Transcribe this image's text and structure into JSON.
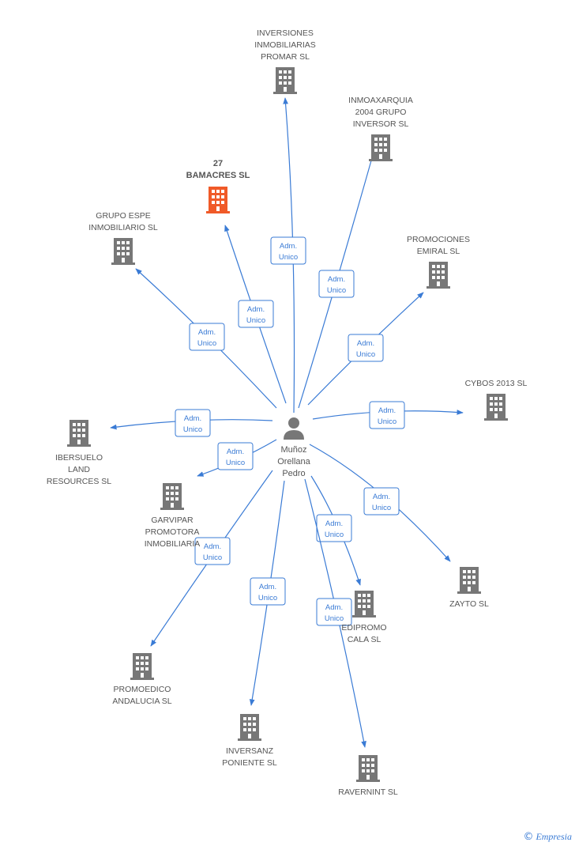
{
  "person": {
    "lines": [
      "Muñoz",
      "Orellana",
      "Pedro"
    ]
  },
  "relation_label": [
    "Adm.",
    "Unico"
  ],
  "colors": {
    "building": "#777777",
    "building_highlight": "#f05a28",
    "edge": "#3a7bd5",
    "person": "#777777"
  },
  "nodes": [
    {
      "id": "inversiones-promar",
      "lines": [
        "INVERSIONES",
        "INMOBILIARIAS",
        "PROMAR SL"
      ],
      "highlight": false
    },
    {
      "id": "inmoaxarquia",
      "lines": [
        "INMOAXARQUIA",
        "2004 GRUPO",
        "INVERSOR SL"
      ],
      "highlight": false
    },
    {
      "id": "bamacres",
      "lines": [
        "27",
        "BAMACRES SL"
      ],
      "highlight": true
    },
    {
      "id": "grupo-espe",
      "lines": [
        "GRUPO ESPE",
        "INMOBILIARIO SL"
      ],
      "highlight": false
    },
    {
      "id": "promociones-emiral",
      "lines": [
        "PROMOCIONES",
        "EMIRAL SL"
      ],
      "highlight": false
    },
    {
      "id": "cybos-2013",
      "lines": [
        "CYBOS 2013 SL"
      ],
      "highlight": false
    },
    {
      "id": "ibersuelo",
      "lines": [
        "IBERSUELO",
        "LAND",
        "RESOURCES SL"
      ],
      "highlight": false
    },
    {
      "id": "garvipar",
      "lines": [
        "GARVIPAR",
        "PROMOTORA",
        "INMOBILIARIA"
      ],
      "highlight": false
    },
    {
      "id": "zayto",
      "lines": [
        "ZAYTO SL"
      ],
      "highlight": false
    },
    {
      "id": "edipromo",
      "lines": [
        "EDIPROMO",
        "CALA SL"
      ],
      "highlight": false
    },
    {
      "id": "promoedico",
      "lines": [
        "PROMOEDICO",
        "ANDALUCIA SL"
      ],
      "highlight": false
    },
    {
      "id": "inversanz",
      "lines": [
        "INVERSANZ",
        "PONIENTE SL"
      ],
      "highlight": false
    },
    {
      "id": "ravernint",
      "lines": [
        "RAVERNINT SL"
      ],
      "highlight": false
    }
  ],
  "edges": [
    {
      "to": "inversiones-promar",
      "label": [
        "Adm.",
        "Unico"
      ]
    },
    {
      "to": "inmoaxarquia",
      "label": [
        "Adm.",
        "Unico"
      ]
    },
    {
      "to": "bamacres",
      "label": [
        "Adm.",
        "Unico"
      ]
    },
    {
      "to": "grupo-espe",
      "label": [
        "Adm.",
        "Unico"
      ]
    },
    {
      "to": "promociones-emiral",
      "label": [
        "Adm.",
        "Unico"
      ]
    },
    {
      "to": "cybos-2013",
      "label": [
        "Adm.",
        "Unico"
      ]
    },
    {
      "to": "ibersuelo",
      "label": [
        "Adm.",
        "Unico"
      ]
    },
    {
      "to": "garvipar",
      "label": [
        "Adm.",
        "Unico"
      ]
    },
    {
      "to": "zayto",
      "label": [
        "Adm.",
        "Unico"
      ]
    },
    {
      "to": "edipromo",
      "label": [
        "Adm.",
        "Unico"
      ]
    },
    {
      "to": "promoedico",
      "label": [
        "Adm.",
        "Unico"
      ]
    },
    {
      "to": "inversanz",
      "label": [
        "Adm.",
        "Unico"
      ]
    },
    {
      "to": "ravernint",
      "label": [
        "Adm.",
        "Unico"
      ]
    }
  ],
  "footer": {
    "copyright": "©",
    "brand": "Empresia"
  }
}
